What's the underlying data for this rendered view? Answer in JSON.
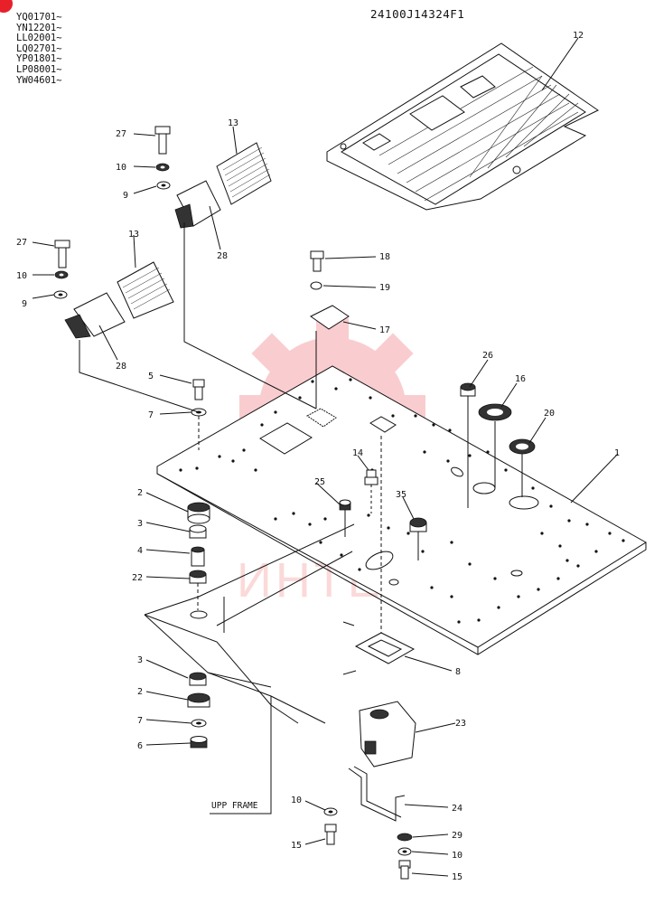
{
  "header": {
    "serial_codes": [
      "YQ01701~",
      "YN12201~",
      "LL02001~",
      "LQ02701~",
      "YP01801~",
      "LP08001~",
      "YW04601~"
    ],
    "drawing_number": "24100J14324F1"
  },
  "watermark": {
    "text": "ИНТЕХ",
    "color": "#f06a6a"
  },
  "frame_label": "UPP FRAME",
  "callouts": {
    "c1": "1",
    "c2a": "2",
    "c2b": "2",
    "c3a": "3",
    "c3b": "3",
    "c4": "4",
    "c5": "5",
    "c6": "6",
    "c7a": "7",
    "c7b": "7",
    "c8": "8",
    "c9a": "9",
    "c9b": "9",
    "c10a": "10",
    "c10b": "10",
    "c10c": "10",
    "c10d": "10",
    "c12": "12",
    "c13a": "13",
    "c13b": "13",
    "c14": "14",
    "c15a": "15",
    "c15b": "15",
    "c16": "16",
    "c17": "17",
    "c18": "18",
    "c19": "19",
    "c20": "20",
    "c22": "22",
    "c23": "23",
    "c24": "24",
    "c25": "25",
    "c26": "26",
    "c27a": "27",
    "c27b": "27",
    "c28a": "28",
    "c28b": "28",
    "c29": "29",
    "c35": "35"
  }
}
